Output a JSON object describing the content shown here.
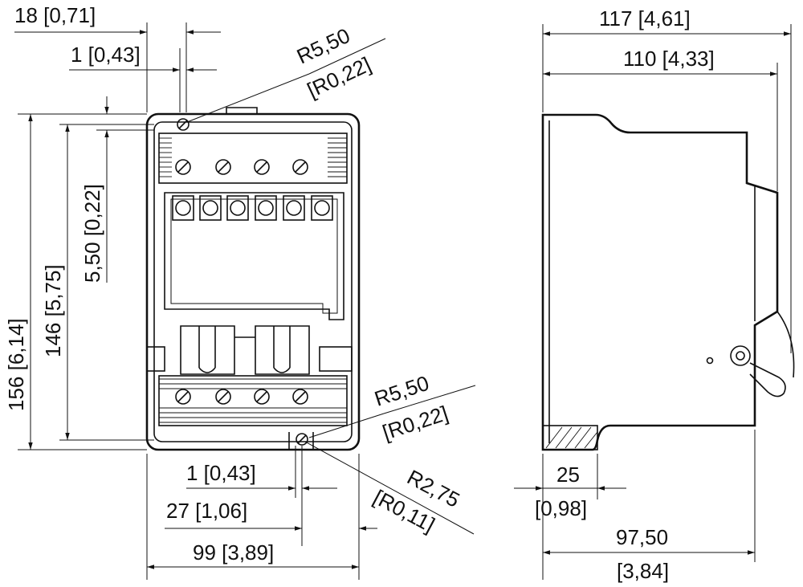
{
  "front_view": {
    "top_left_width": "18 [0,71]",
    "top_offset": "1 [0,43]",
    "top_radius": "R5,50",
    "top_radius_in": "[R0,22]",
    "overall_height": "156 [6,14]",
    "inner_height": "146 [5,75]",
    "top_margin": "5,50 [0,22]",
    "bottom_radius": "R5,50",
    "bottom_radius_in": "[R0,22]",
    "slot_radius": "R2,75",
    "slot_radius_in": "[R0,11]",
    "bottom_offset": "1 [0,43]",
    "bottom_slot_width": "27 [1,06]",
    "overall_width": "99 [3,89]"
  },
  "side_view": {
    "overall_depth": "117 [4,61]",
    "body_depth": "110 [4,33]",
    "rail_depth": "25",
    "rail_depth_in": "[0,98]",
    "base_depth": "97,50",
    "base_depth_in": "[3,84]"
  }
}
